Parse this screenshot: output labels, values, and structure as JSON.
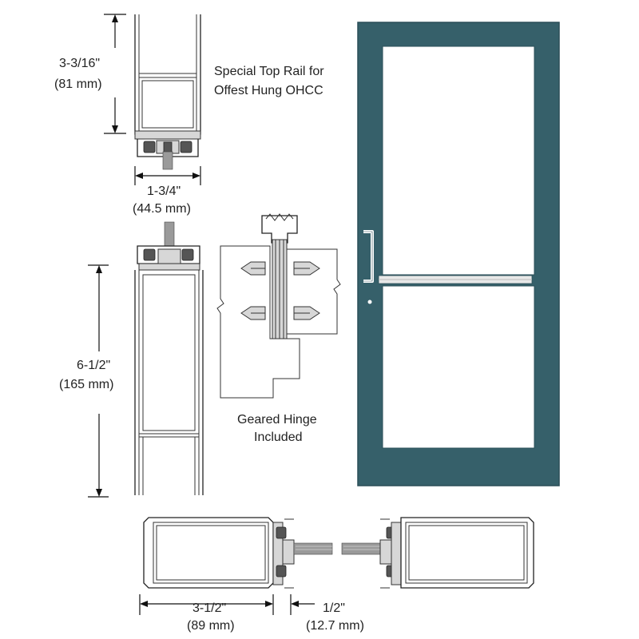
{
  "labels": {
    "top_rail_height": [
      "3-3/16\"",
      "(81 mm)"
    ],
    "top_rail_width": [
      "1-3/4\"",
      "(44.5 mm)"
    ],
    "top_rail_title": [
      "Special Top Rail for",
      "Offest Hung OHCC"
    ],
    "stile_height": [
      "6-1/2\"",
      "(165 mm)"
    ],
    "hinge_caption": [
      "Geared Hinge",
      "Included"
    ],
    "bottom_width": [
      "3-1/2\"",
      "(89 mm)"
    ],
    "glass_stop_width": [
      "1/2\"",
      "(12.7 mm)"
    ]
  },
  "colors": {
    "door_frame": "#36606a",
    "door_frame_dark": "#2b4f58",
    "glass": "#ffffff",
    "line": "#222222",
    "hardware": "#ffffff"
  },
  "icons": {
    "push_handle": "door-pull-handle-icon",
    "push_bar": "push-bar-icon",
    "lock": "keyhole-icon"
  }
}
